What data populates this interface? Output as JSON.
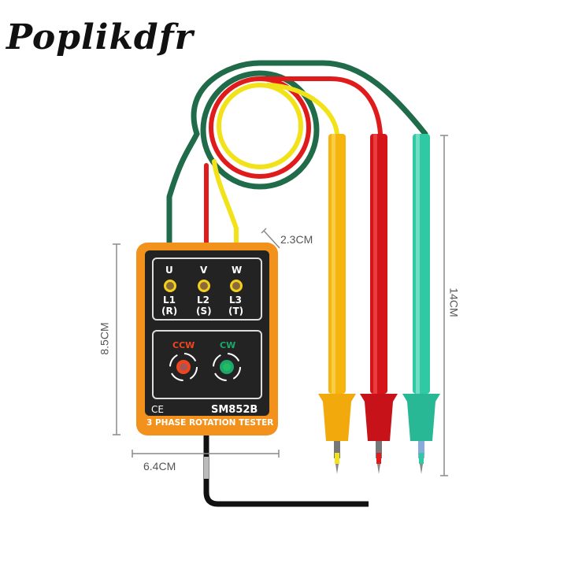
{
  "brand": {
    "name": "Poplikdfr"
  },
  "device": {
    "model": "SM852B",
    "subtitle": "3 PHASE ROTATION TESTER",
    "certification": "CE",
    "phases": [
      {
        "top": "U",
        "line": "L1",
        "code": "(R)"
      },
      {
        "top": "V",
        "line": "L2",
        "code": "(S)"
      },
      {
        "top": "W",
        "line": "L3",
        "code": "(T)"
      }
    ],
    "rotation": [
      {
        "label": "CCW",
        "color": "#f0461e"
      },
      {
        "label": "CW",
        "color": "#1ca86a"
      }
    ],
    "body_color": "#f2921c",
    "face_color": "#222222"
  },
  "leads": [
    {
      "name": "yellow",
      "color": "#f5c20e"
    },
    {
      "name": "red",
      "color": "#e01b1b"
    },
    {
      "name": "green",
      "color": "#2fc9a4"
    }
  ],
  "dimensions": {
    "thickness": "2.3CM",
    "height": "8.5CM",
    "width": "6.4CM",
    "probe_length": "14CM"
  }
}
